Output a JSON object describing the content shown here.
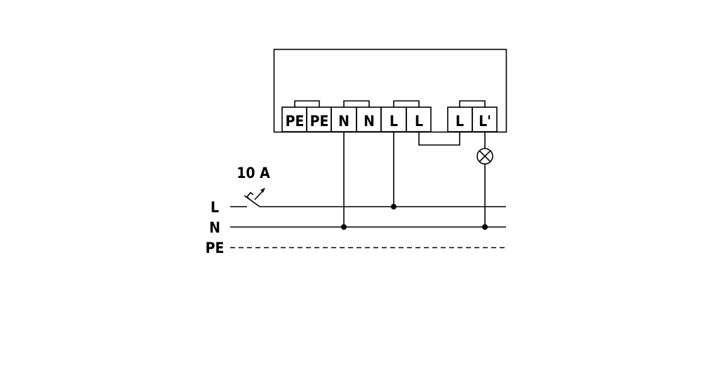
{
  "terminals": [
    "PE",
    "PE",
    "N",
    "N",
    "L",
    "L",
    "L",
    "L'"
  ],
  "lines": {
    "L": "L",
    "N": "N",
    "PE": "PE"
  },
  "breaker": {
    "rating": "10 A"
  },
  "lamp_icon": "lamp-cross-circle-icon",
  "colors": {
    "stroke": "#000000",
    "background": "#ffffff"
  }
}
